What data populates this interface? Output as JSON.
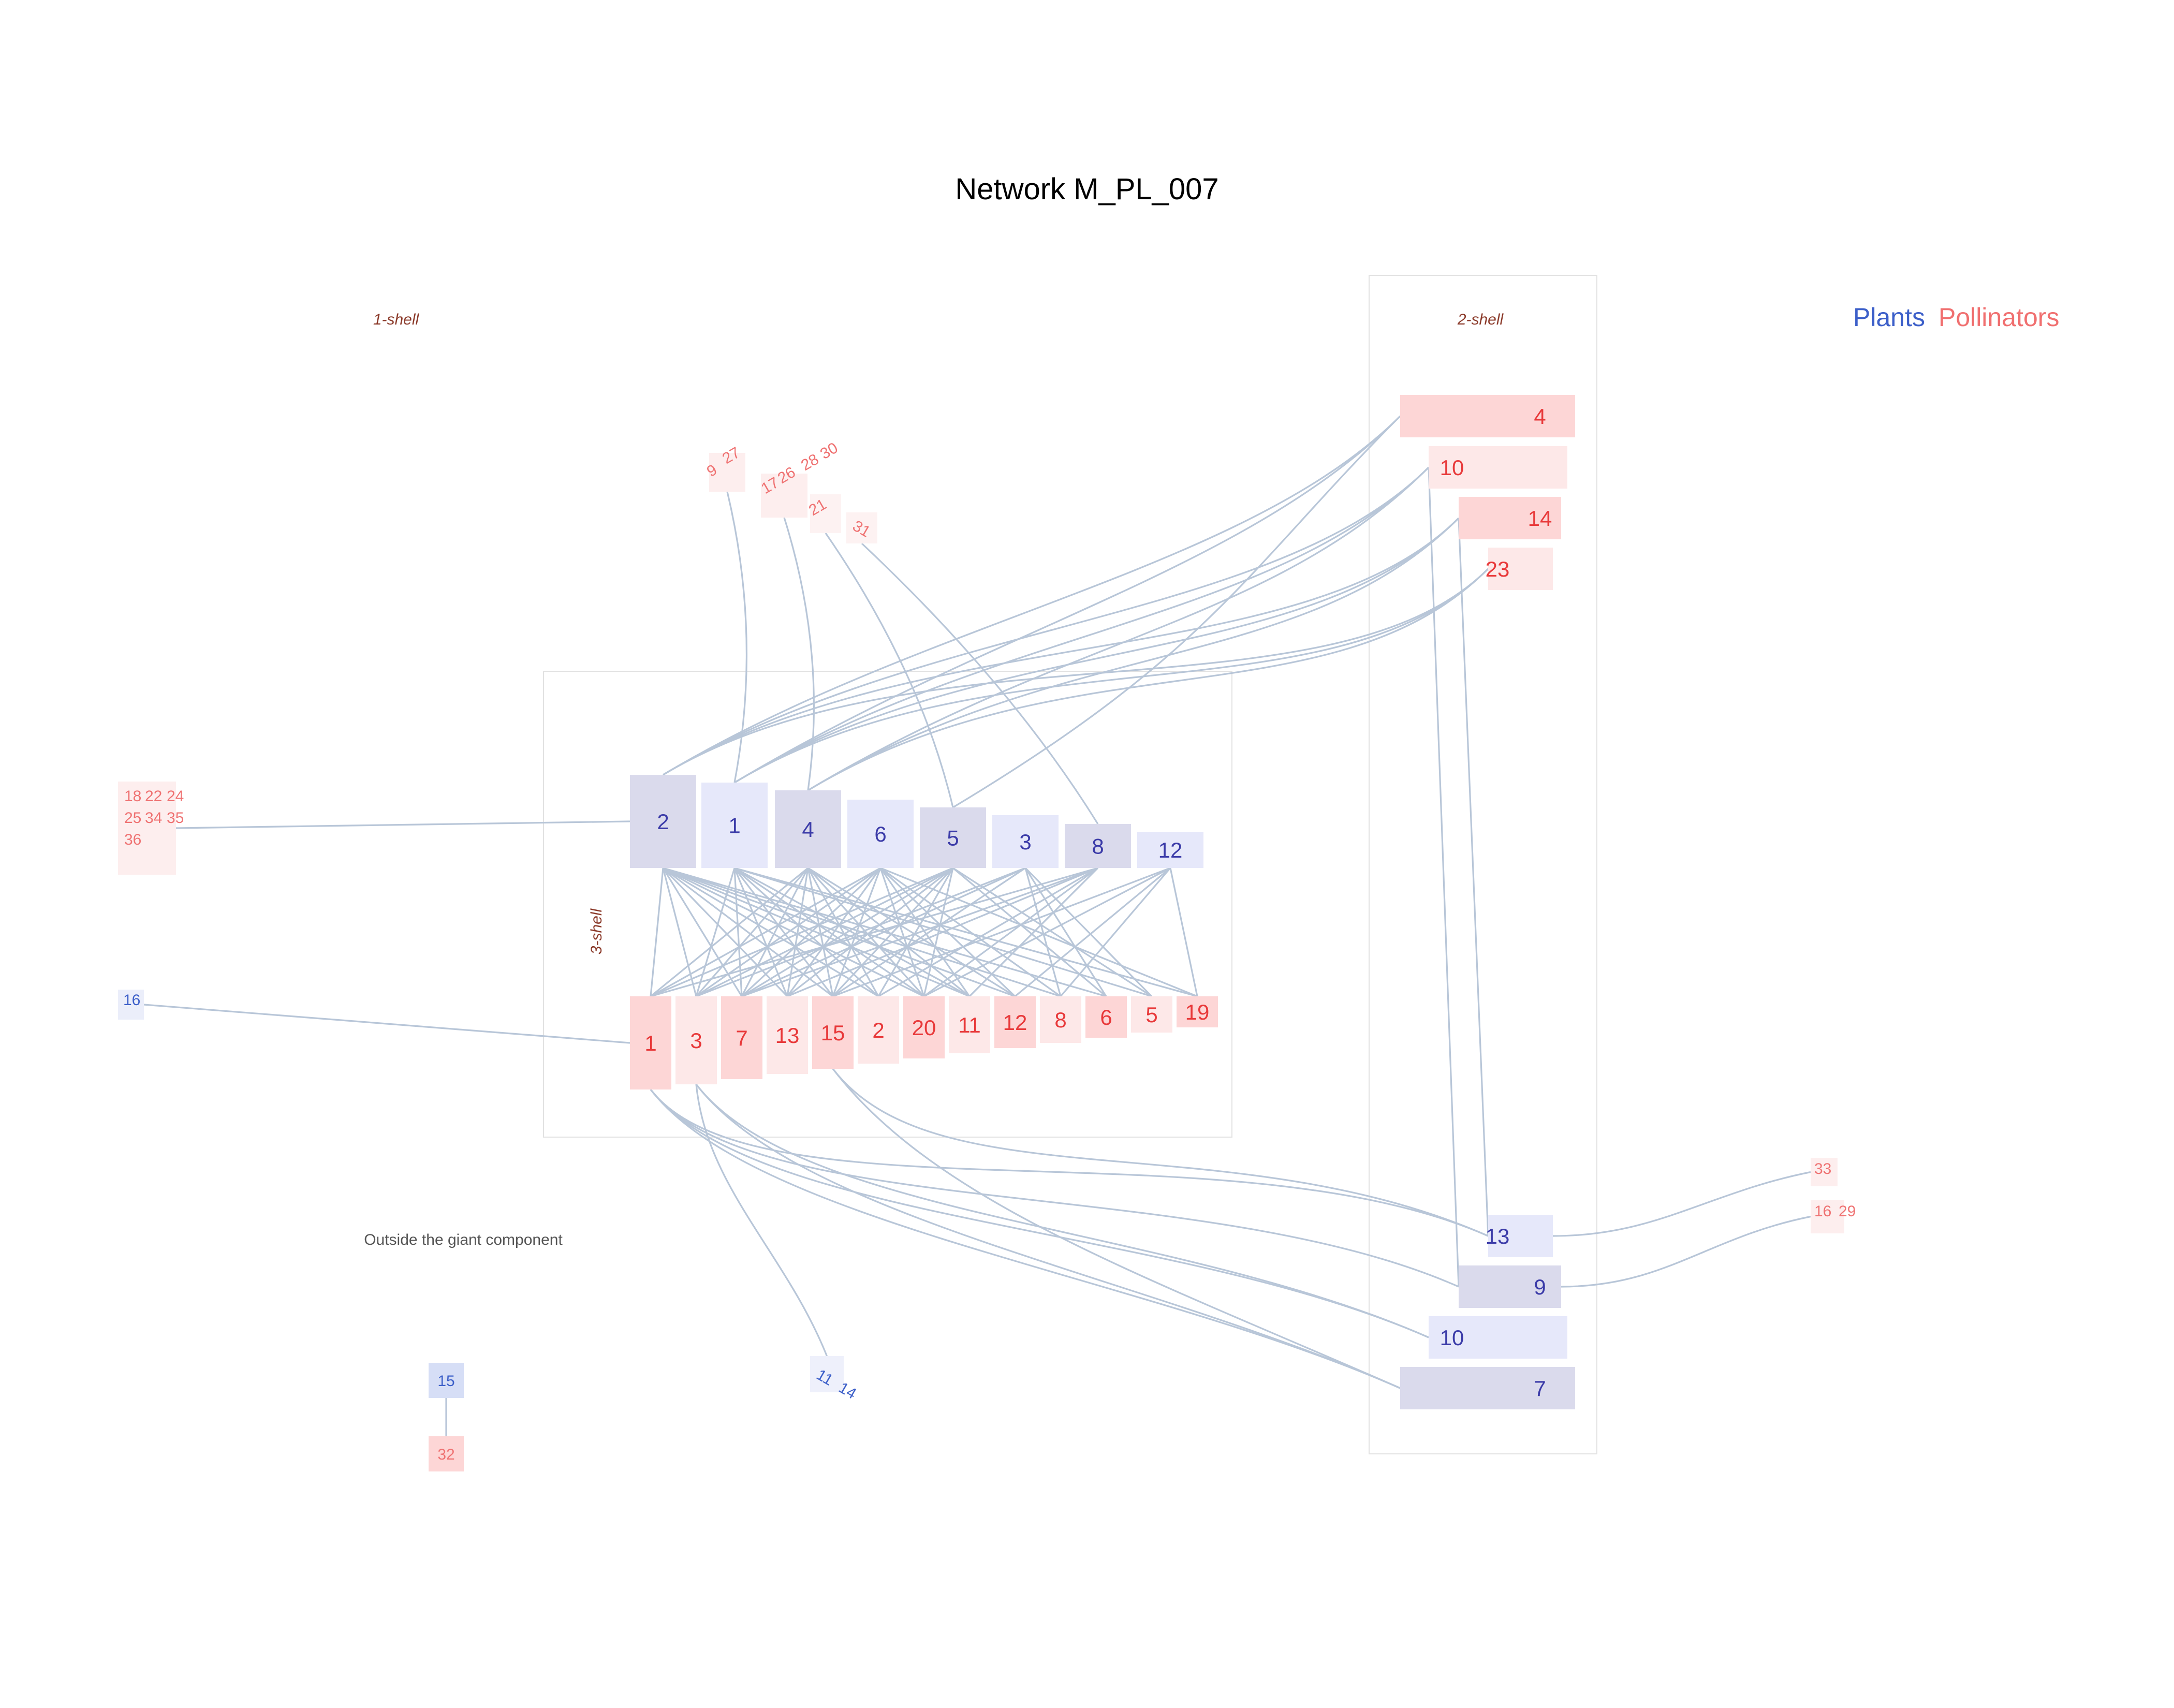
{
  "title": "Network M_PL_007",
  "legend": {
    "plants": "Plants",
    "pollinators": "Pollinators"
  },
  "shell_labels": {
    "shell1": "1-shell",
    "shell2": "2-shell",
    "shell3": "3-shell"
  },
  "outside_label": "Outside the giant component",
  "colors": {
    "plant_text": "#3b3ba8",
    "pollinator_text": "#e8393a",
    "legend_plants": "#3c5fc9",
    "legend_pollinators": "#f07070",
    "edge": "#b8c6d8",
    "shell_label": "#8b3a2a"
  },
  "nodes": {
    "core_plants": [
      "2",
      "1",
      "4",
      "6",
      "5",
      "3",
      "8",
      "12"
    ],
    "core_pollinators": [
      "1",
      "3",
      "7",
      "13",
      "15",
      "2",
      "20",
      "11",
      "12",
      "8",
      "6",
      "5",
      "19"
    ],
    "shell2_pollinators": [
      "4",
      "10",
      "14",
      "23"
    ],
    "shell2_plants": [
      "13",
      "9",
      "10",
      "7"
    ],
    "shell1_groups": {
      "poll_9_27": [
        "9",
        "27"
      ],
      "poll_17_26_28_30": [
        "17",
        "26",
        "28",
        "30"
      ],
      "poll_21": [
        "21"
      ],
      "poll_31": [
        "31"
      ],
      "poll_left": [
        "18",
        "22",
        "24",
        "25",
        "34",
        "35",
        "36"
      ],
      "plant_16": [
        "16"
      ],
      "plants_11_14": [
        "11",
        "14"
      ],
      "poll_33": [
        "33"
      ],
      "poll_16_29": [
        "16",
        "29"
      ]
    },
    "outside": {
      "plant": "15",
      "pollinator": "32"
    }
  },
  "links": [
    [
      "P2",
      "A1"
    ],
    [
      "P2",
      "A3"
    ],
    [
      "P2",
      "A7"
    ],
    [
      "P2",
      "A13"
    ],
    [
      "P2",
      "A15"
    ],
    [
      "P2",
      "A2"
    ],
    [
      "P2",
      "A20"
    ],
    [
      "P2",
      "A11"
    ],
    [
      "P2",
      "A12"
    ],
    [
      "P2",
      "A8"
    ],
    [
      "P2",
      "A6"
    ],
    [
      "P1",
      "A3"
    ],
    [
      "P1",
      "A7"
    ],
    [
      "P1",
      "A13"
    ],
    [
      "P1",
      "A15"
    ],
    [
      "P1",
      "A2"
    ],
    [
      "P1",
      "A20"
    ],
    [
      "P1",
      "A11"
    ],
    [
      "P1",
      "A5"
    ],
    [
      "P1",
      "A19"
    ],
    [
      "P4",
      "A1"
    ],
    [
      "P4",
      "A3"
    ],
    [
      "P4",
      "A7"
    ],
    [
      "P4",
      "A13"
    ],
    [
      "P4",
      "A15"
    ],
    [
      "P4",
      "A2"
    ],
    [
      "P4",
      "A20"
    ],
    [
      "P4",
      "A11"
    ],
    [
      "P4",
      "A12"
    ],
    [
      "P6",
      "A1"
    ],
    [
      "P6",
      "A3"
    ],
    [
      "P6",
      "A7"
    ],
    [
      "P6",
      "A13"
    ],
    [
      "P6",
      "A15"
    ],
    [
      "P6",
      "A20"
    ],
    [
      "P6",
      "A11"
    ],
    [
      "P6",
      "A12"
    ],
    [
      "P6",
      "A8"
    ],
    [
      "P6",
      "A19"
    ],
    [
      "P5",
      "A1"
    ],
    [
      "P5",
      "A3"
    ],
    [
      "P5",
      "A7"
    ],
    [
      "P5",
      "A13"
    ],
    [
      "P5",
      "A15"
    ],
    [
      "P5",
      "A2"
    ],
    [
      "P5",
      "A20"
    ],
    [
      "P5",
      "A6"
    ],
    [
      "P5",
      "A5"
    ],
    [
      "P3",
      "A3"
    ],
    [
      "P3",
      "A7"
    ],
    [
      "P3",
      "A15"
    ],
    [
      "P3",
      "A8"
    ],
    [
      "P3",
      "A6"
    ],
    [
      "P3",
      "A5"
    ],
    [
      "P8",
      "A1"
    ],
    [
      "P8",
      "A7"
    ],
    [
      "P8",
      "A13"
    ],
    [
      "P8",
      "A2"
    ],
    [
      "P8",
      "A20"
    ],
    [
      "P8",
      "A11"
    ],
    [
      "P12",
      "A15"
    ],
    [
      "P12",
      "A20"
    ],
    [
      "P12",
      "A12"
    ],
    [
      "P12",
      "A8"
    ],
    [
      "P12",
      "A19"
    ],
    [
      "S4",
      "P2"
    ],
    [
      "S4",
      "P1"
    ],
    [
      "S10",
      "P1"
    ],
    [
      "S10",
      "P4"
    ],
    [
      "S10",
      "P2"
    ],
    [
      "S14",
      "P1"
    ],
    [
      "S14",
      "P4"
    ],
    [
      "S14",
      "P2"
    ],
    [
      "S23",
      "P4"
    ],
    [
      "S23",
      "P1"
    ],
    [
      "S23",
      "P2"
    ],
    [
      "S4",
      "P5"
    ],
    [
      "G927",
      "P1"
    ],
    [
      "G17",
      "P4"
    ],
    [
      "G21",
      "P5"
    ],
    [
      "G31",
      "P8"
    ],
    [
      "GL",
      "P2"
    ],
    [
      "G16",
      "A1"
    ],
    [
      "A1",
      "Q13"
    ],
    [
      "A1",
      "Q9"
    ],
    [
      "A1",
      "Q10"
    ],
    [
      "A1",
      "Q7"
    ],
    [
      "A3",
      "Q7"
    ],
    [
      "A3",
      "G1114"
    ],
    [
      "A15",
      "Q13"
    ],
    [
      "A15",
      "Q7"
    ],
    [
      "A3",
      "Q10"
    ],
    [
      "A1",
      "Q9b"
    ],
    [
      "S10",
      "Q9"
    ],
    [
      "S14",
      "Q13"
    ],
    [
      "Q13",
      "G33"
    ],
    [
      "Q9",
      "G1629"
    ],
    [
      "O15",
      "O32"
    ]
  ]
}
